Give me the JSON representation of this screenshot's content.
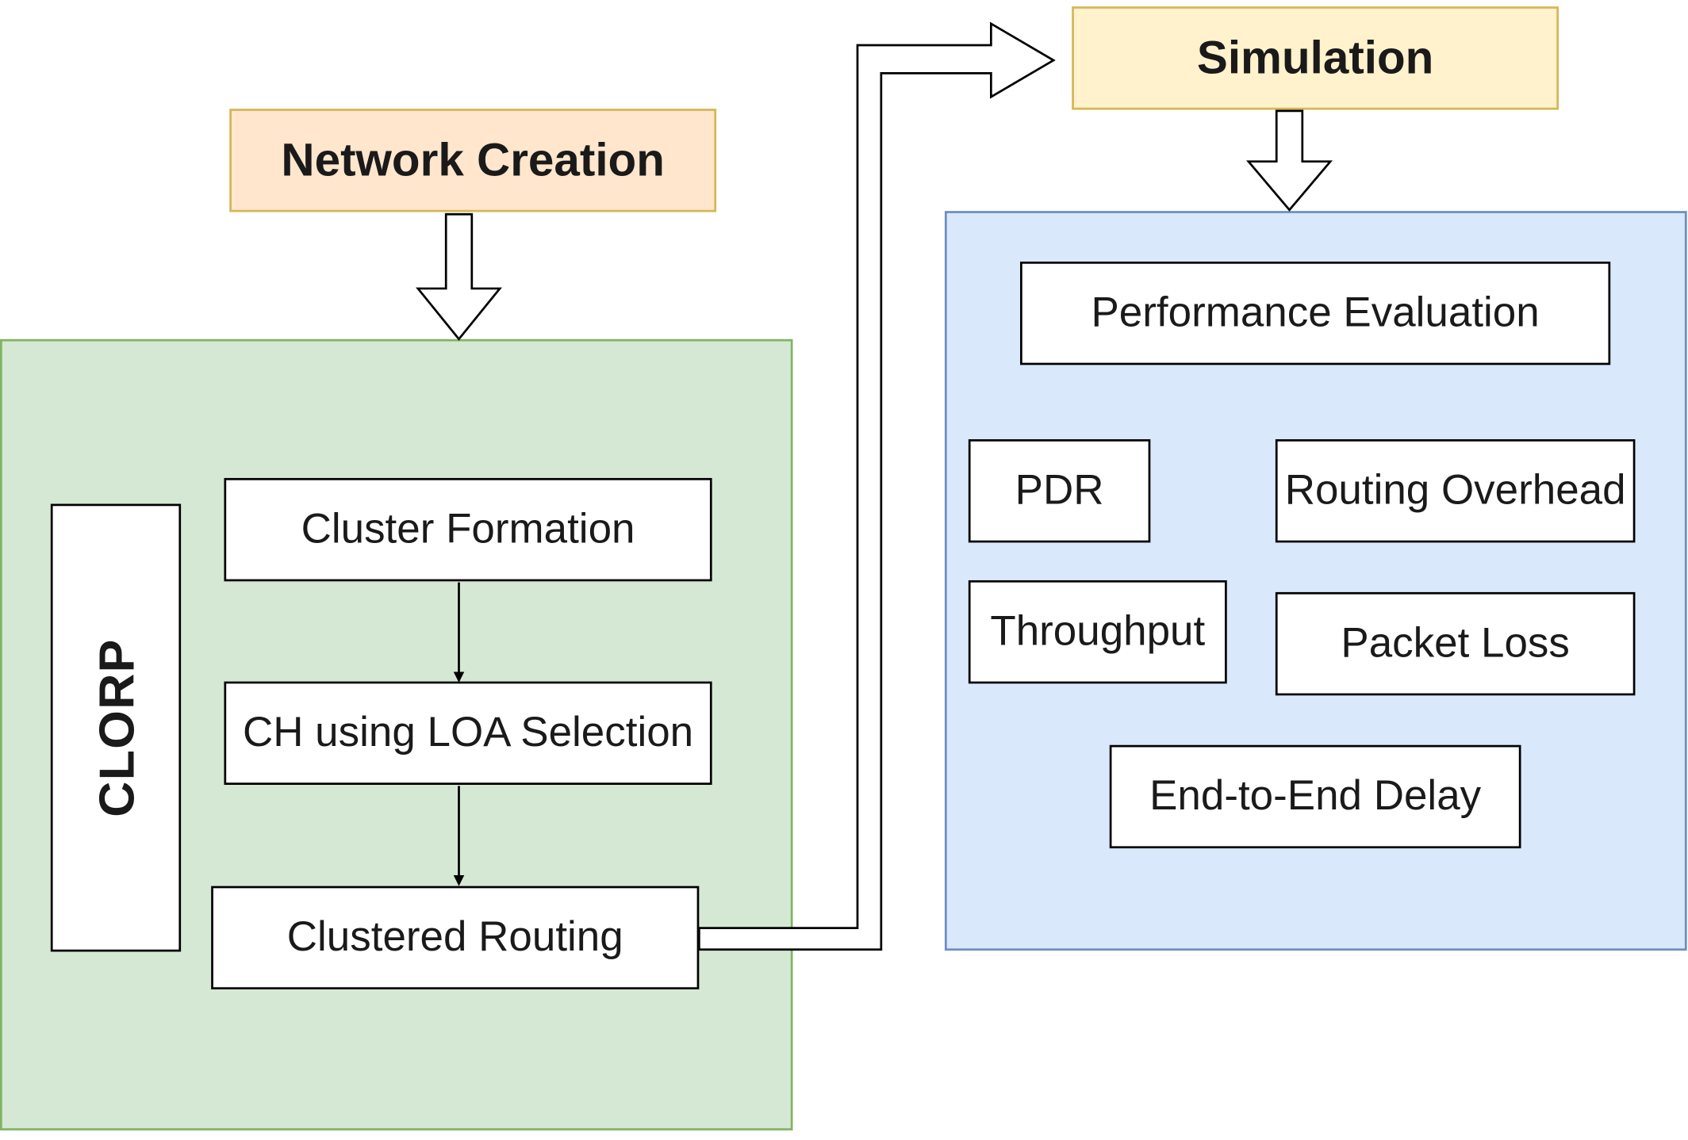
{
  "diagram": {
    "network_creation": "Network Creation",
    "simulation": "Simulation",
    "clorp": "CLORP",
    "cluster_formation": "Cluster Formation",
    "ch_selection": "CH using LOA Selection",
    "clustered_routing": "Clustered Routing",
    "performance_evaluation": "Performance Evaluation",
    "pdr": "PDR",
    "routing_overhead": "Routing Overhead",
    "throughput": "Throughput",
    "packet_loss": "Packet Loss",
    "end_to_end_delay": "End-to-End Delay"
  },
  "colors": {
    "green_group_fill": "#d5e8d4",
    "green_group_stroke": "#82b366",
    "blue_group_fill": "#dae8fc",
    "blue_group_stroke": "#6c8ebf",
    "network_creation_fill": "#ffe6cc",
    "simulation_fill": "#fff2cc",
    "header_stroke": "#d6b656"
  }
}
